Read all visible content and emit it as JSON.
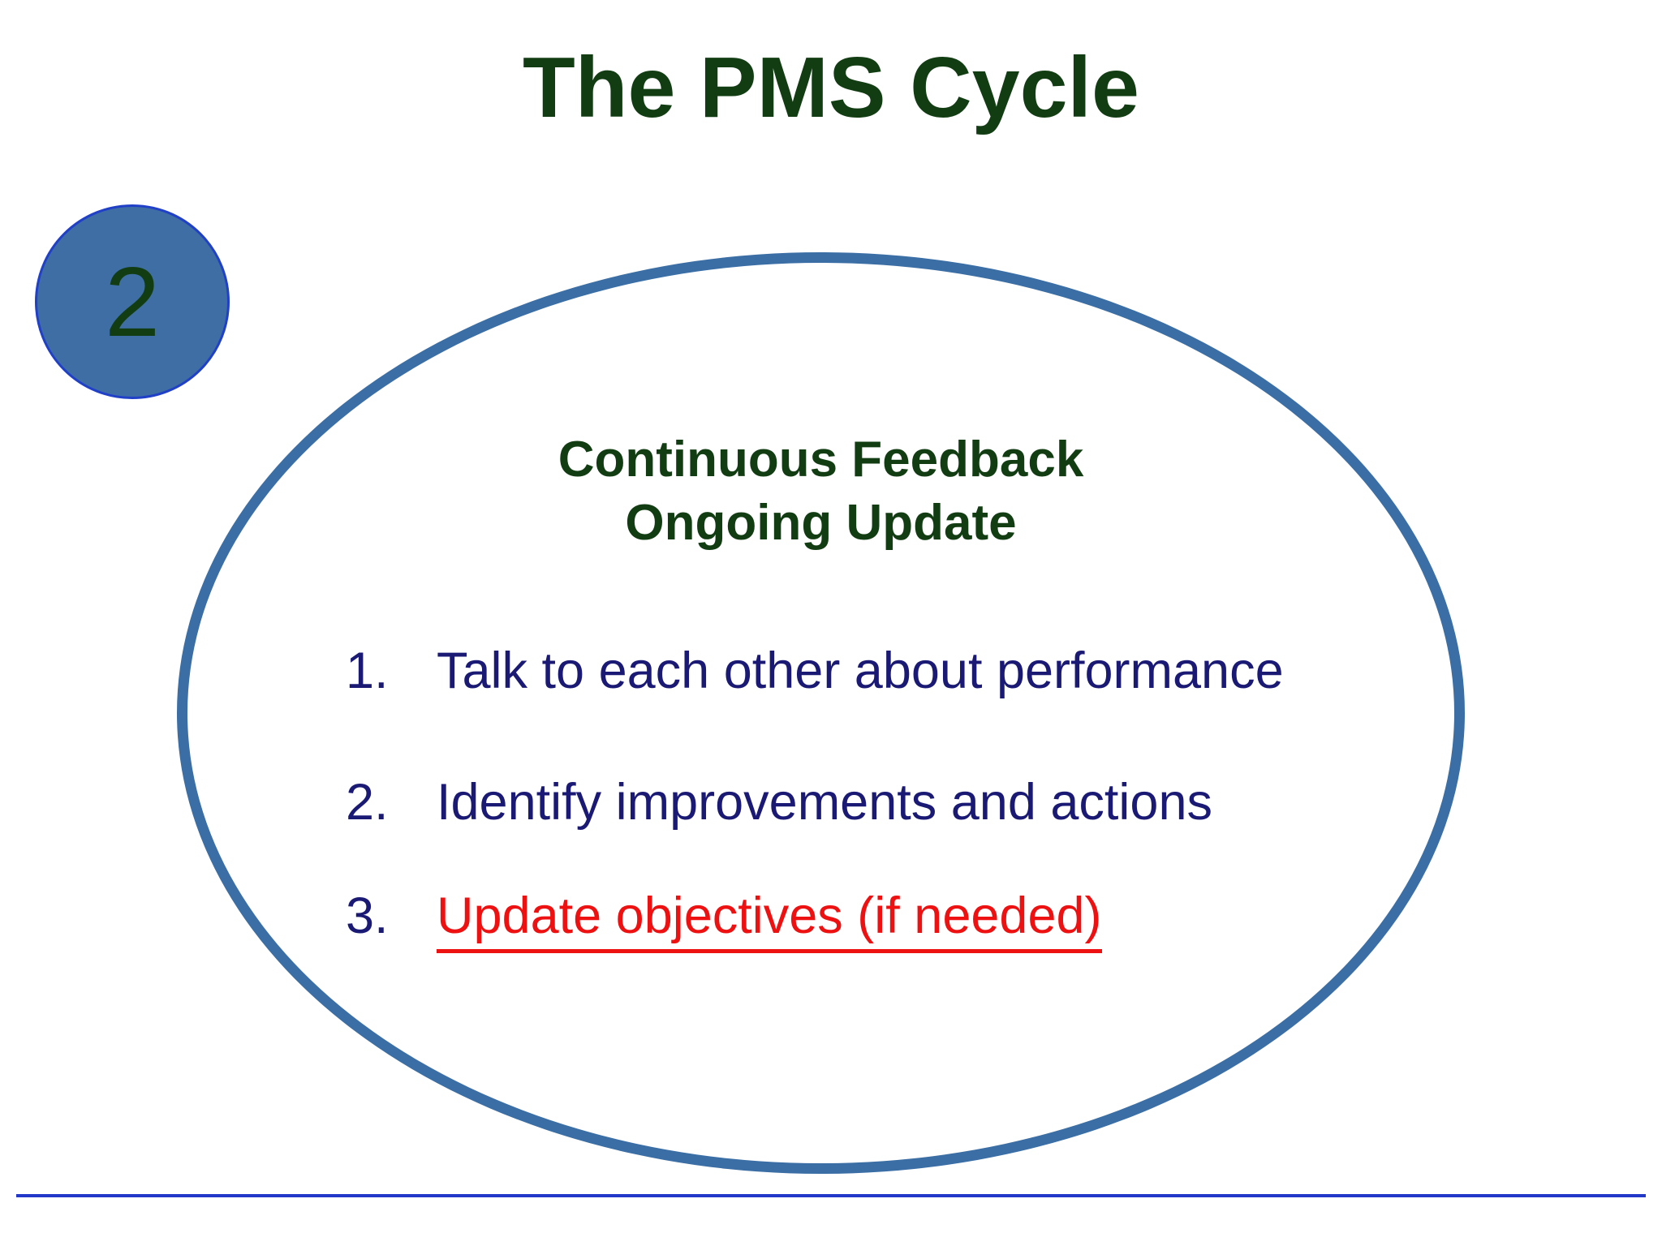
{
  "slide": {
    "title": "The PMS Cycle",
    "step_badge": {
      "number": "2"
    },
    "ellipse": {
      "heading_line1": "Continuous Feedback",
      "heading_line2": "Ongoing Update",
      "items": [
        {
          "number": "1.",
          "text": "Talk to each other about performance",
          "emphasis": "none"
        },
        {
          "number": "2.",
          "text": "Identify improvements and actions",
          "emphasis": "none"
        },
        {
          "number": "3.",
          "text": "Update objectives (if needed)",
          "emphasis": "red-underline"
        }
      ]
    },
    "colors": {
      "title_green": "#123D13",
      "list_navy": "#1A1A75",
      "emphasis_red": "#EE1111",
      "ellipse_stroke": "#3A6EA5",
      "badge_fill": "#3E6EA4",
      "badge_border": "#2040C8",
      "footer_line": "#2138C9"
    }
  }
}
